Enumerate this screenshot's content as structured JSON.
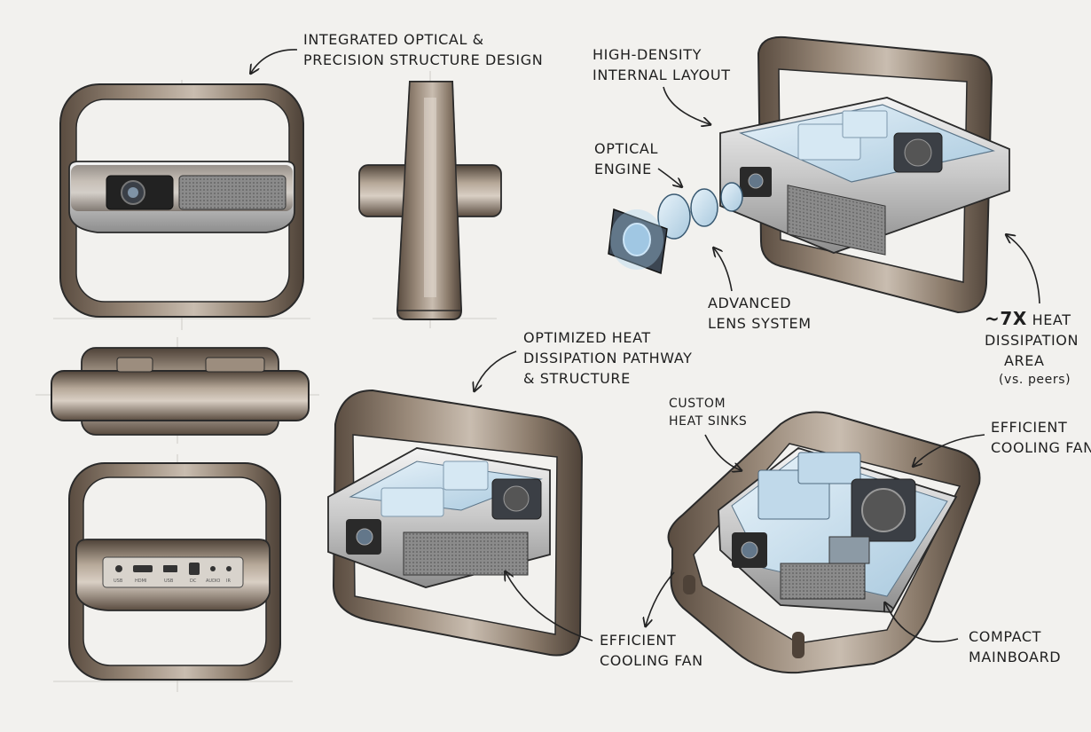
{
  "labels": {
    "integrated": {
      "line1": "INTEGRATED OPTICAL &",
      "line2": "PRECISION STRUCTURE DESIGN"
    },
    "high_density": {
      "line1": "HIGH-DENSITY",
      "line2": "INTERNAL LAYOUT"
    },
    "optical_engine": {
      "line1": "OPTICAL",
      "line2": "ENGINE"
    },
    "advanced_lens": {
      "line1": "ADVANCED",
      "line2": "LENS SYSTEM"
    },
    "heat_area": {
      "line1_big": "~7X",
      "line1_rest": "HEAT",
      "line2": "DISSIPATION",
      "line3": "AREA",
      "line4": "(vs. peers)"
    },
    "optimized_heat": {
      "line1": "OPTIMIZED HEAT",
      "line2": "DISSIPATION PATHWAY",
      "line3": "& STRUCTURE"
    },
    "custom_heat_sinks": {
      "line1": "CUSTOM",
      "line2": "HEAT SINKS"
    },
    "efficient_fan_right": {
      "line1": "EFFICIENT",
      "line2": "COOLING FAN"
    },
    "efficient_fan_bottom": {
      "line1": "EFFICIENT",
      "line2": "COOLING FAN"
    },
    "compact_mainboard": {
      "line1": "COMPACT",
      "line2": "MAINBOARD"
    }
  },
  "port_labels": [
    "USB",
    "HDMI",
    "USB",
    "DC",
    "AUDIO",
    "IR"
  ],
  "colors": {
    "frame_wood": "#7a6a5c",
    "frame_dark": "#4e4238",
    "paper": "#f2f1ee",
    "ink": "#2a2a2a",
    "glass": "#cfe3f0",
    "metal": "#c9c9c9"
  }
}
